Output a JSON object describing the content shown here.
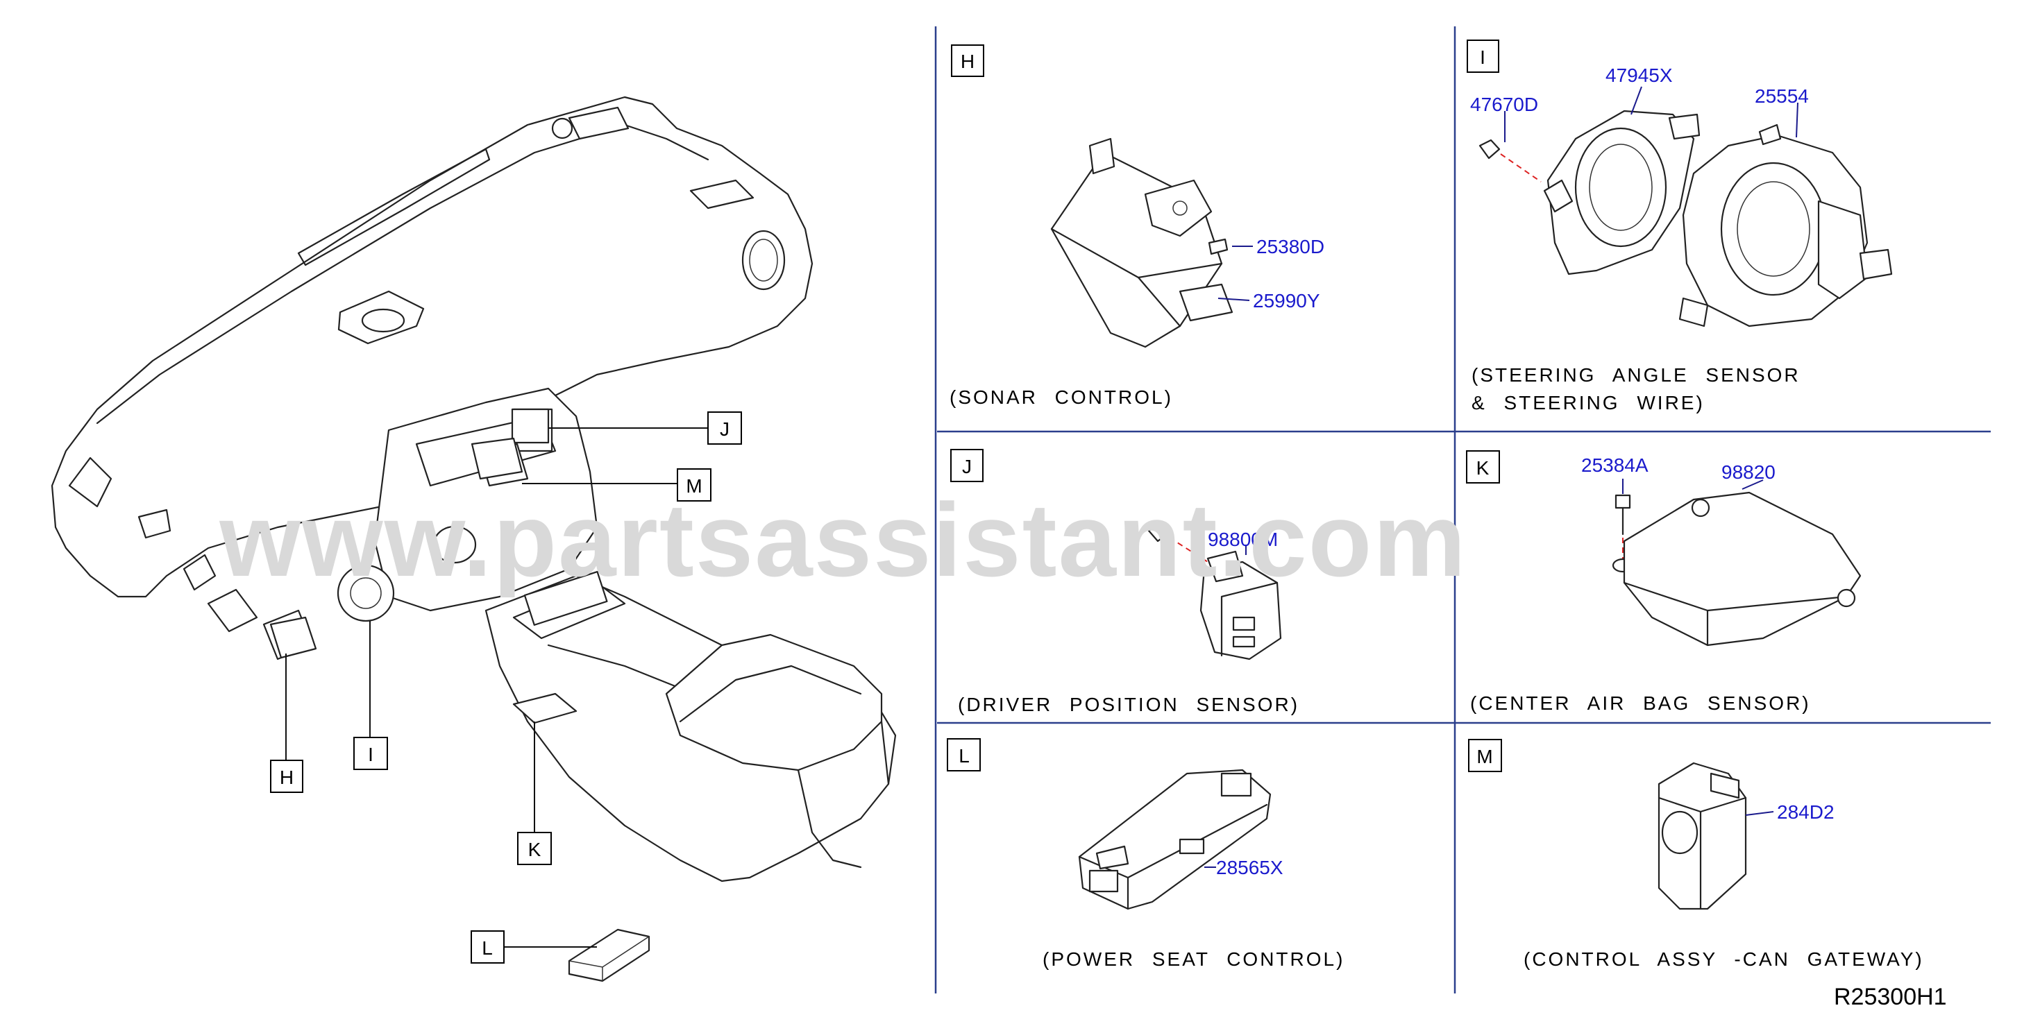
{
  "watermark": "www.partsassistant.com",
  "reference_code": "R25300H1",
  "overview_labels": [
    "H",
    "I",
    "J",
    "M",
    "K",
    "L"
  ],
  "panels": [
    {
      "id": "H",
      "caption": "(SONAR   CONTROL)",
      "parts": [
        "25380D",
        "25990Y"
      ]
    },
    {
      "id": "I",
      "caption_line1": "(STEERING   ANGLE   SENSOR",
      "caption_line2": "&   STEERING   WIRE)",
      "parts": [
        "47670D",
        "47945X",
        "25554"
      ]
    },
    {
      "id": "J",
      "caption": "(DRIVER   POSITION   SENSOR)",
      "parts": [
        "98800M"
      ]
    },
    {
      "id": "K",
      "caption": "(CENTER   AIR   BAG   SENSOR)",
      "parts": [
        "25384A",
        "98820"
      ]
    },
    {
      "id": "L",
      "caption": "(POWER   SEAT   CONTROL)",
      "parts": [
        "28565X"
      ]
    },
    {
      "id": "M",
      "caption": "(CONTROL   ASSY   -CAN   GATEWAY)",
      "parts": [
        "284D2"
      ]
    }
  ],
  "colors": {
    "part_number": "#1a1acc",
    "divider": "#2b3f8c",
    "watermark": "#d9d9d9"
  }
}
